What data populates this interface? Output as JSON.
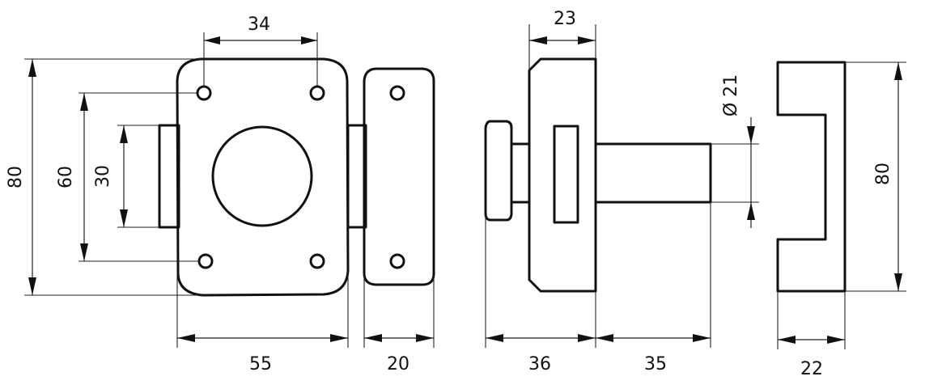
{
  "dimensions": {
    "front_hole_spacing": "34",
    "front_height": "80",
    "front_hole_vertical": "60",
    "front_bolt_height": "30",
    "front_width": "55",
    "keeper_width": "20",
    "side_body_depth": "23",
    "side_knob_depth": "36",
    "side_cylinder_length": "35",
    "cylinder_diameter": "Ø 21",
    "keeper_side_height": "80",
    "keeper_side_depth": "22"
  },
  "colors": {
    "line": "#111111",
    "background": "#ffffff"
  }
}
